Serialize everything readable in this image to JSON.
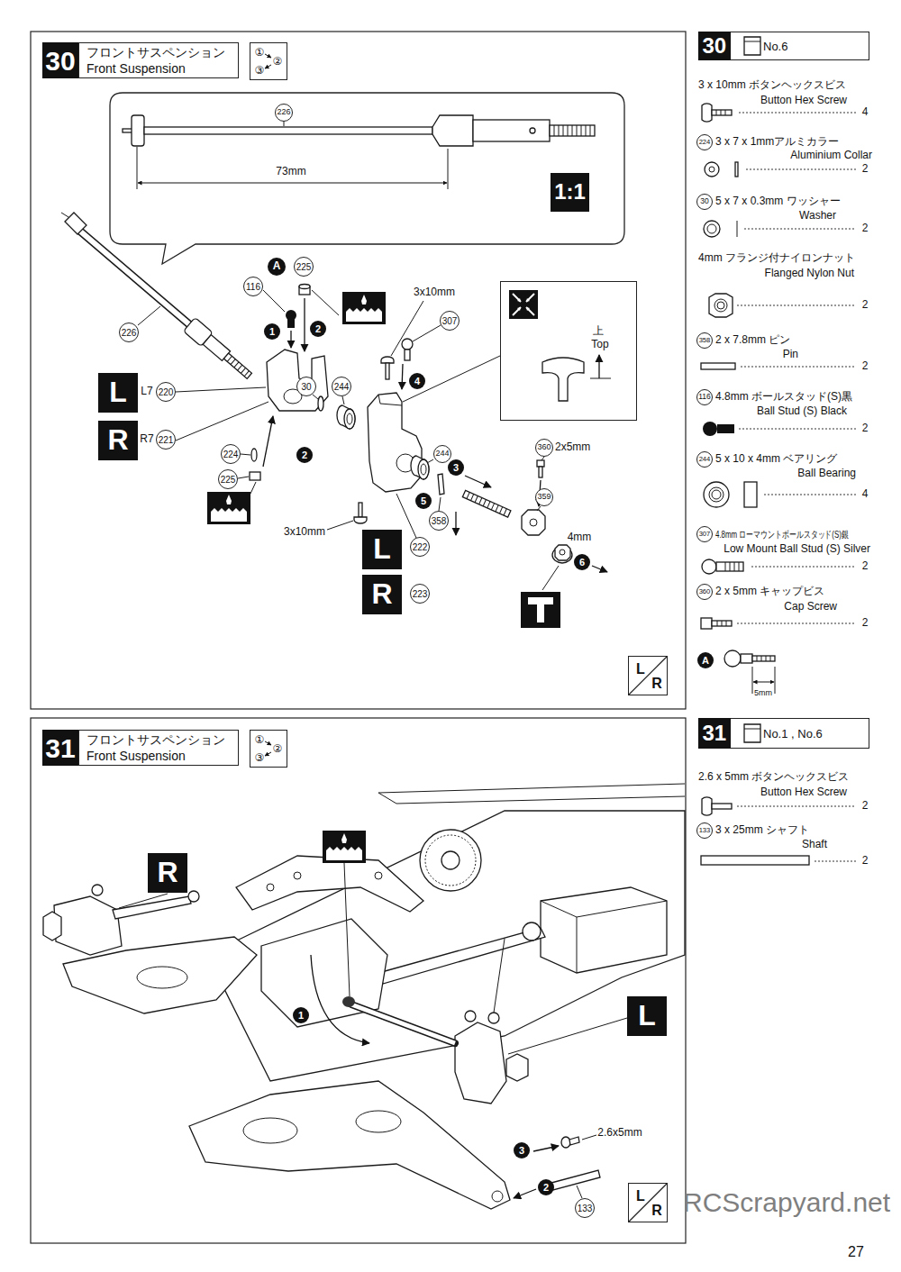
{
  "diagram": {
    "nodes": [
      {
        "text": [
          "30"
        ]
      },
      {
        "text": [
          "フロントサスペンション",
          "Front Suspension"
        ]
      },
      {
        "text": [
          "①",
          "②",
          "③"
        ]
      },
      {
        "text": [
          "73mm"
        ]
      },
      {
        "text": [
          "226"
        ],
        "in": 3
      },
      {
        "text": [
          "1:1"
        ],
        "in": 3
      },
      {
        "text": [
          "226"
        ]
      },
      {
        "text": [
          "A"
        ]
      },
      {
        "text": [
          "225"
        ]
      },
      {
        "text": [
          "116"
        ]
      },
      {
        "text": [
          "1"
        ]
      },
      {
        "text": [
          "2"
        ]
      },
      {
        "text": [
          "30"
        ]
      },
      {
        "text": [
          "L"
        ]
      },
      {
        "text": [
          "220"
        ]
      },
      {
        "text": [
          "R"
        ]
      },
      {
        "text": [
          "221"
        ]
      },
      {
        "text": [
          "224"
        ]
      },
      {
        "text": [
          "225"
        ]
      },
      {
        "text": [
          "2"
        ]
      },
      {
        "text": [
          "244"
        ]
      },
      {
        "text": [
          "307"
        ]
      },
      {
        "text": [
          "4"
        ]
      },
      {
        "text": [
          "244"
        ]
      },
      {
        "text": [
          "3"
        ]
      },
      {
        "text": [
          "5"
        ]
      },
      {
        "text": [
          "358"
        ]
      },
      {
        "text": [
          "360"
        ]
      },
      {
        "text": [
          "359"
        ]
      },
      {
        "text": [
          "222"
        ]
      },
      {
        "text": [
          "L"
        ]
      },
      {
        "text": [
          "R"
        ]
      },
      {
        "text": [
          "223"
        ]
      },
      {
        "text": [
          "6"
        ]
      },
      {
        "text": [
          "上",
          "Top"
        ]
      },
      {
        "text": [
          "L",
          "R"
        ]
      },
      {
        "text": [
          "No.6"
        ]
      },
      {
        "text": [
          "30"
        ],
        "in": 36
      },
      {
        "text": [
          "224"
        ]
      },
      {
        "text": [
          "30"
        ]
      },
      {
        "text": [
          "358"
        ]
      },
      {
        "text": [
          "116"
        ]
      },
      {
        "text": [
          "244"
        ]
      },
      {
        "text": [
          "307"
        ]
      },
      {
        "text": [
          "360"
        ]
      },
      {
        "text": [
          "A"
        ]
      },
      {
        "text": [
          "31"
        ]
      },
      {
        "text": [
          "フロントサスペンション",
          "Front Suspension"
        ]
      },
      {
        "text": [
          "①",
          "②",
          "③"
        ]
      },
      {
        "text": [
          "R"
        ]
      },
      {
        "text": [
          "1"
        ]
      },
      {
        "text": [
          "L"
        ]
      },
      {
        "text": [
          "3"
        ]
      },
      {
        "text": [
          "2"
        ]
      },
      {
        "text": [
          "133"
        ]
      },
      {
        "text": [
          "L",
          "R"
        ]
      },
      {
        "text": [
          "No.1 , No.6"
        ]
      },
      {
        "text": [
          "31"
        ],
        "in": 56
      },
      {
        "text": [
          "133"
        ]
      }
    ],
    "labels": [
      "3x10mm",
      "L7",
      "R7",
      "3x10mm",
      "2x5mm",
      "4mm",
      "3 x 10mm ボタンヘックスビス",
      "Button Hex Screw",
      "4",
      "3 x 7 x 1mmアルミカラー",
      "Aluminium Collar",
      "2",
      "5 x 7 x 0.3mm ワッシャー",
      "Washer",
      "2",
      "4mm フランジ付ナイロンナット",
      "Flanged Nylon Nut",
      "2",
      "2 x 7.8mm ピン",
      "Pin",
      "2",
      "4.8mm ボールスタッド(S)黒",
      "Ball Stud (S) Black",
      "2",
      "5 x 10 x 4mm ベアリング",
      "Ball Bearing",
      "4",
      "4.8mm ローマウントボールスタッド(S)銀",
      "Low Mount Ball Stud (S) Silver",
      "2",
      "2 x 5mm キャップビス",
      "Cap Screw",
      "2",
      "5mm",
      "2.6x5mm",
      "2.6 x 5mm ボタンヘックスビス",
      "Button Hex Screw",
      "2",
      "3 x 25mm シャフト",
      "Shaft",
      "2",
      "RCScrapyard.net",
      "27"
    ]
  }
}
